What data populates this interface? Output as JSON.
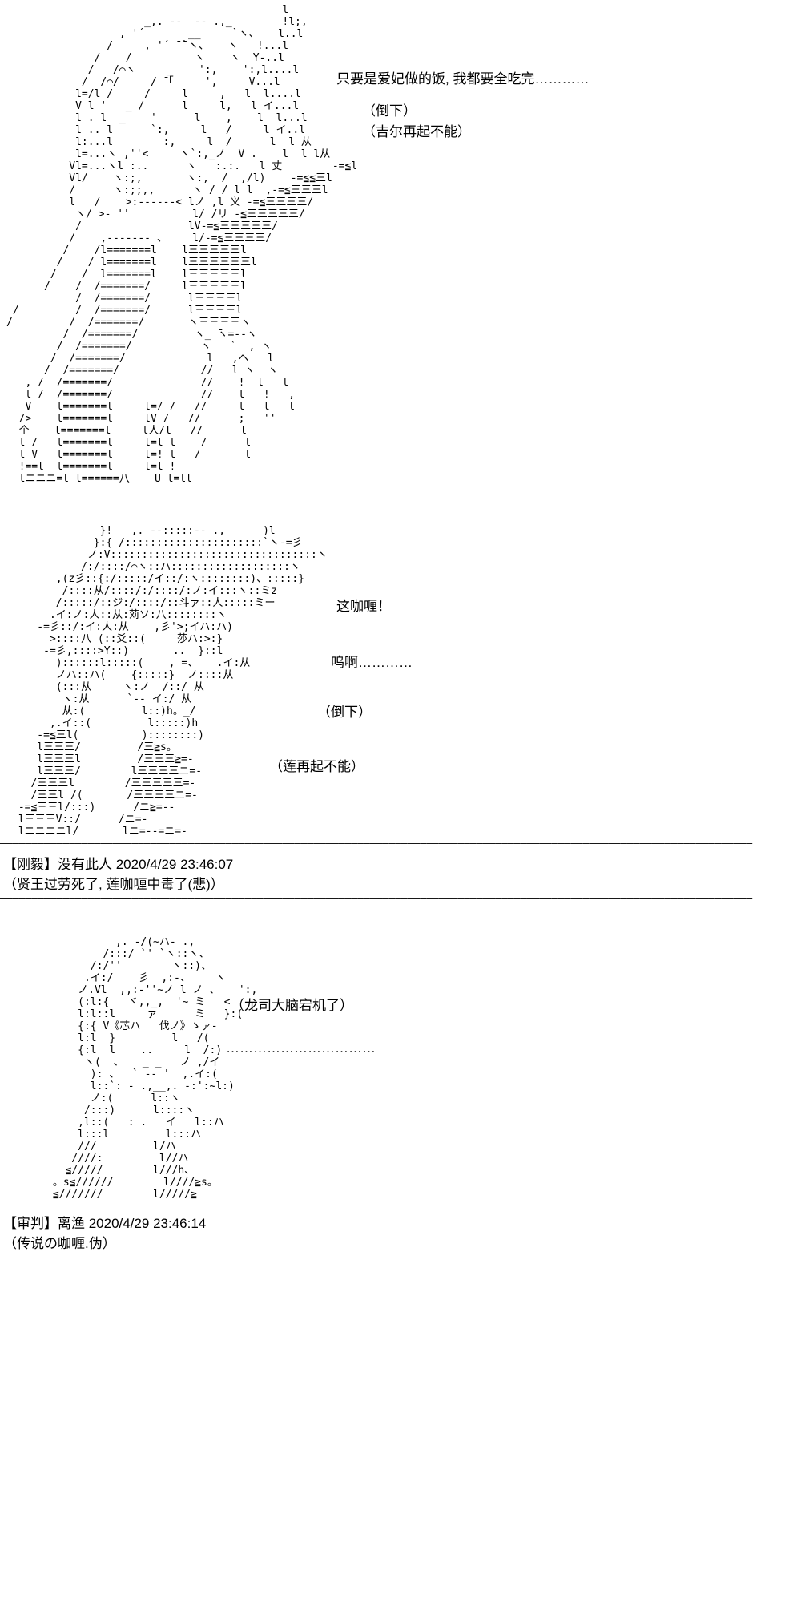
{
  "meta": {
    "background_color": "#ffffff",
    "text_color": "#000000"
  },
  "divider": "————————————————————————————————————————————————————————————————————————————————————————————————————————————————————————",
  "panels": [
    {
      "name": "gilgamesh-collapsed",
      "art": "                                            l\n                      _,. -‐――‐- .,_        !l;,\n                  , '´       __     `ヽ、   l..l\n                /     , '´ ̄ ̄`ヽ、   ヽ   !...l\n              /    /          ヽ    ヽ  Y-..l\n             /   /⌒ヽ     _    ':,    ':,l....l\n            /  /⌒/     / ̄「     ',     V...l\n           l=/l /     /     l     ,   l  l....l\n           V l '   _ /      l     l,   l イ...l\n           l . l  _    '      l    ,    l  l...l\n           l .. l      `:,     l   /     l イ..l\n           l:...l        :,     l  /      l  l 从\n           l=...ヽ ,''<     ヽ`:,_ノ  V .    l  l l从\n          Vl=...ヽl :..      ヽ   :.:.   l 丈        -=≦l\n          Vl/    ヽ:;,       ヽ:,  /  ,/l)    -=≦≦三l\n          /      ヽ:;;,,      ヽ / / l l  ,-=≦三三三l\n          l   /    >:------< lノ ,l 义 -=≦三三三三/\n           ヽ/ >- ''          l/ /リ -≦三三三三三/\n           /                 lV-=≦三三三三三/\n          /    ,------- 、    l/-=≦三三三三/\n         /    /l=======l    l三三三三三l\n        /    / l=======l    l三三三三三三l\n       /    /  l=======l    l三三三三三l\n      /    /  /=======/     l三三三三三l\n           /  /=======/      l三三三三l\n /         /  /=======/      l三三三三l\n/         /  /=======/       ヽ三三三三ヽ\n         /  /=======/         ヽ_ ̄ヽ=--ヽ\n        /  /=======/           ヽ   `  , ヽ\n       /  /=======/             l   ,ヘ   l\n      /  /=======/             //   l ヽ  ヽ\n   , /  /=======/              //    !  l   l\n   l /  /=======/              //    l   !   ,\n   V    l=======l     l=/ /   //     l   l   l\n  />    l=======l     lV /   //      ;   ''\n  个    l=======l     l人/l   //      l\n  l /   l=======l     l=l l    /      l\n  l V   l=======l     l=! l   /       l\n  !==l  l=======l     l=l !\n  lニニニ=l l======八    U l=ll",
      "dialogues": [
        {
          "text": "只要是爱妃做的饭, 我都要全吃完…………"
        },
        {
          "text": "（倒下）"
        },
        {
          "text": "（吉尔再起不能）"
        }
      ]
    },
    {
      "name": "ren-collapsed",
      "art": "              }!   ,. -‐:::::‐- .,      )l\n             }:{ /::::::::::::::::::::::`ヽ-=彡\n            ノ:V:::::::::::::::::::::::::::::::::ヽ\n           /:/::::/⌒ヽ::ハ:::::::::::::::::::ヽ\n       ,(z彡::{:/:::::/イ::/:ヽ::::::::)、:::::}\n        /::::从/::::/:/::::/:ノ:イ:::ヽ::ミz\n       /:::::/::ジ:/::::/::斗ァ::人:::::ミー\n      .イ:ノ:人::从:苅ソ:八::::::::ヽ\n    -=彡::/:イ:人:从    ,彡'>;イハ:ハ)\n      >::::八 (::爻::(     莎ハ:>:}\n     -=彡,::::>Y::)       ..  }::l\n       )::::::l:::::(    , =、   .イ:从\n       ノハ::ハ(    {:::::}  ノ::::从\n       (:::从     ヽ:ノ  /::/ 从\n        ヽ:从      `-- イ:/ 从\n        从:(         l::)h。_/\n      ,.イ::(         l:::::)h\n    -=≦三l(          )::::::::)\n    l三三三/         /三≧s。\n    l三三三l         /三三三≧=-\n    l三三三/        l三三三三ニ=-\n   /三三三l        /三三三三三=-\n   /三三l /(       /三三三三ニ=-\n -=≦三三l/:::)      /ニ≧=--\n l三三三V::/      /ニ=-\n lニニニニl/       lニ=--=ニ=-",
      "dialogues": [
        {
          "text": "这咖喱！"
        },
        {
          "text": "呜啊…………"
        },
        {
          "text": "（倒下）"
        },
        {
          "text": "（莲再起不能）"
        }
      ]
    },
    {
      "name": "ryuji-frozen",
      "art": "           ,. -/(~ハ- .,\n         /:::/ `' `ヽ::ヽ、\n       /:/''        ヽ::)、\n      .イ:/    彡  ,:-、    ヽ\n     ノ.Vl  ,,:-''~ノ l ノ 、   ':,\n     (:l:{   ヾ,,_,  '~ ミ   <\n     l:l::l     ァ      ミ   }:(\n     {:{ V《芯ハ   伐ノ》ゝァ-\n     l:l  }         l   /(\n     {:l  l    ..     l  /:)\n      ヽ(  、   _ _   ノ ,/イ\n       ): 、  ` -- '  ,.イ:(\n       l::`: - .,__,. -:':~l:)\n       ノ:(      l::ヽ\n      /:::)      l::::ヽ\n     ,l::(   : .   イ   l::ハ\n     l:::l         l:::ハ\n     ///         l/ハ\n    ////:         l//ハ\n   ≦/////        l///h、\n 。s≦//////        l////≧s。\n ≦///////        l/////≧",
      "dialogues": [
        {
          "text": "（龙司大脑宕机了）"
        },
        {
          "text": "……………………………"
        }
      ]
    }
  ],
  "posts": [
    {
      "header": "【刚毅】没有此人 2020/4/29 23:46:07",
      "body": "（贤王过劳死了, 莲咖喱中毒了(悲)）"
    },
    {
      "header": "【审判】离渔 2020/4/29 23:46:14",
      "body": "（传说の咖喱.伪）"
    }
  ]
}
